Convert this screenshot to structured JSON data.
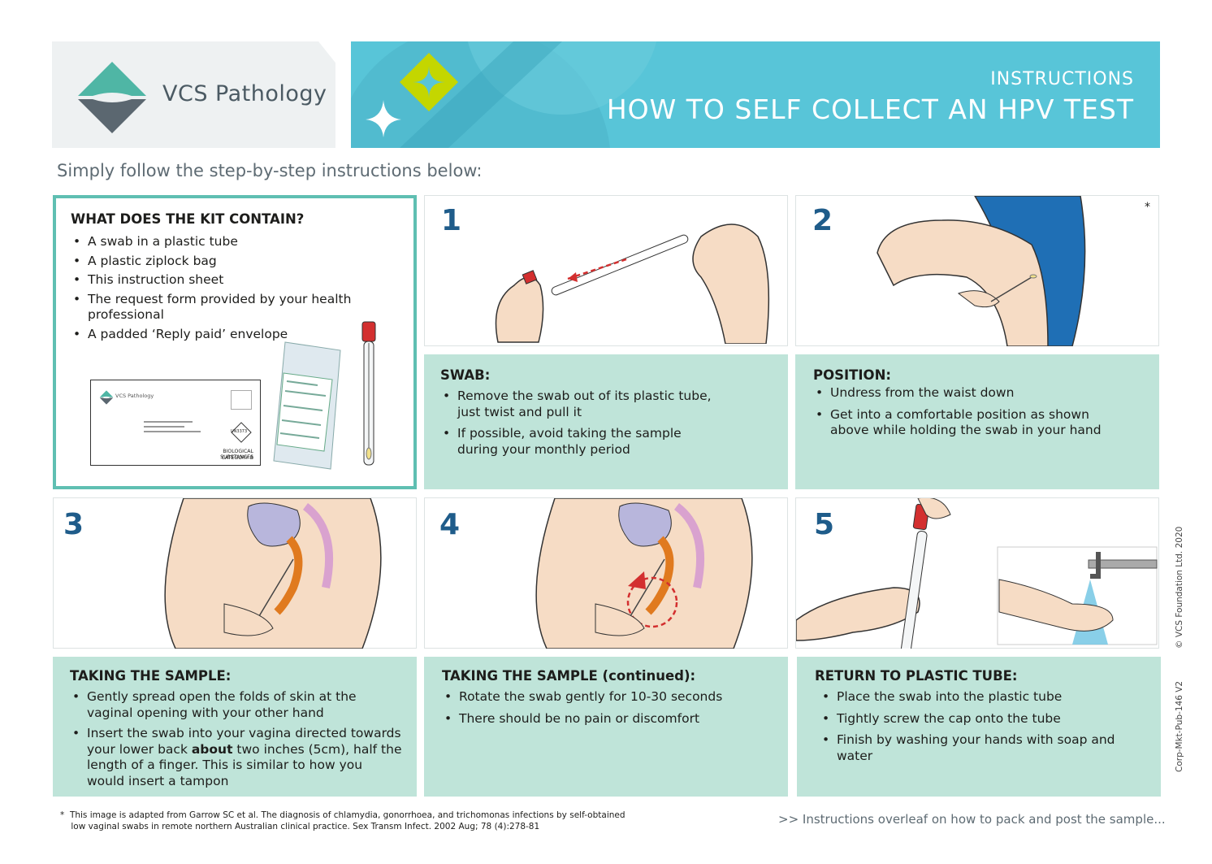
{
  "header": {
    "logo_name": "VCS Pathology",
    "banner_subtitle": "INSTRUCTIONS",
    "banner_title": "HOW TO SELF COLLECT AN HPV TEST",
    "colors": {
      "banner": "#58c5d8",
      "accent_green": "#c4d600",
      "logo_teal": "#4fb6a5",
      "logo_grey": "#5b6770"
    }
  },
  "intro": "Simply follow the step-by-step instructions below:",
  "kit": {
    "title": "WHAT DOES THE KIT CONTAIN?",
    "items": [
      "A swab in a plastic tube",
      "A plastic ziplock bag",
      "This instruction sheet",
      "The request form provided by your health professional",
      "A padded ‘Reply paid’ envelope"
    ],
    "envelope_logo": "VCS Pathology",
    "envelope_label_1": "BIOLOGICAL SUBSTANCES",
    "envelope_label_2": "CATEGORY B",
    "envelope_badge": "UN3373"
  },
  "steps": [
    {
      "number": "1",
      "title": "SWAB:",
      "items": [
        "Remove the swab out of its plastic tube, just twist and pull it",
        "If possible, avoid taking the sample during your monthly period"
      ]
    },
    {
      "number": "2",
      "asterisk": "*",
      "title": "POSITION:",
      "items": [
        "Undress from the waist down",
        "Get into a comfortable position as shown above while holding the swab in your hand"
      ]
    },
    {
      "number": "3",
      "title": "TAKING THE SAMPLE:",
      "items": [
        "Gently spread open the folds of skin at the vaginal opening with your other hand"
      ],
      "item2_pre": "Insert the swab into your vagina directed towards your lower back ",
      "item2_bold": "about",
      "item2_post": " two inches (5cm), half the length of a finger. This is similar to how you would insert a tampon"
    },
    {
      "number": "4",
      "title": "TAKING THE SAMPLE (continued):",
      "items": [
        "Rotate the swab gently for 10-30 seconds",
        "There should be no pain or discomfort"
      ]
    },
    {
      "number": "5",
      "title": "RETURN TO PLASTIC TUBE:",
      "items": [
        "Place the swab into the plastic tube",
        "Tightly screw the cap onto the tube",
        "Finish by washing your hands with soap and water"
      ]
    }
  ],
  "footnote": {
    "star": "*",
    "line1": "This image is adapted from Garrow SC et al. The diagnosis of chlamydia, gonorrhoea, and trichomonas infections by self-obtained",
    "line2": "low vaginal swabs in remote northern Australian clinical practice. Sex Transm Infect. 2002 Aug; 78 (4):278-81"
  },
  "overleaf": ">> Instructions overleaf on how to pack and post the sample...",
  "side": {
    "copyright": "© VCS Foundation Ltd. 2020",
    "code": "Corp-Mkt-Pub-146 V2"
  }
}
